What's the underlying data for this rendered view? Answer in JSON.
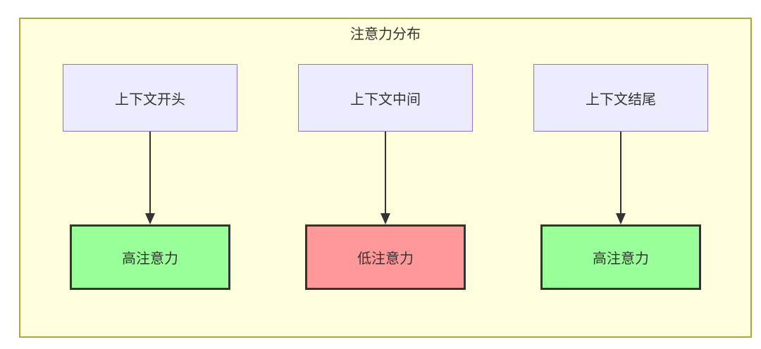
{
  "diagram": {
    "title": "注意力分布",
    "columns": [
      {
        "source": "上下文开头",
        "target": "高注意力",
        "level": "high"
      },
      {
        "source": "上下文中间",
        "target": "低注意力",
        "level": "low"
      },
      {
        "source": "上下文结尾",
        "target": "高注意力",
        "level": "high"
      }
    ],
    "colors": {
      "container_bg": "#ffffde",
      "container_border": "#aaaa33",
      "source_bg": "#ececff",
      "source_border": "#9370db",
      "high_bg": "#99ff99",
      "low_bg": "#ff9999",
      "node_border": "#333333",
      "text": "#333333",
      "arrow": "#333333"
    }
  }
}
